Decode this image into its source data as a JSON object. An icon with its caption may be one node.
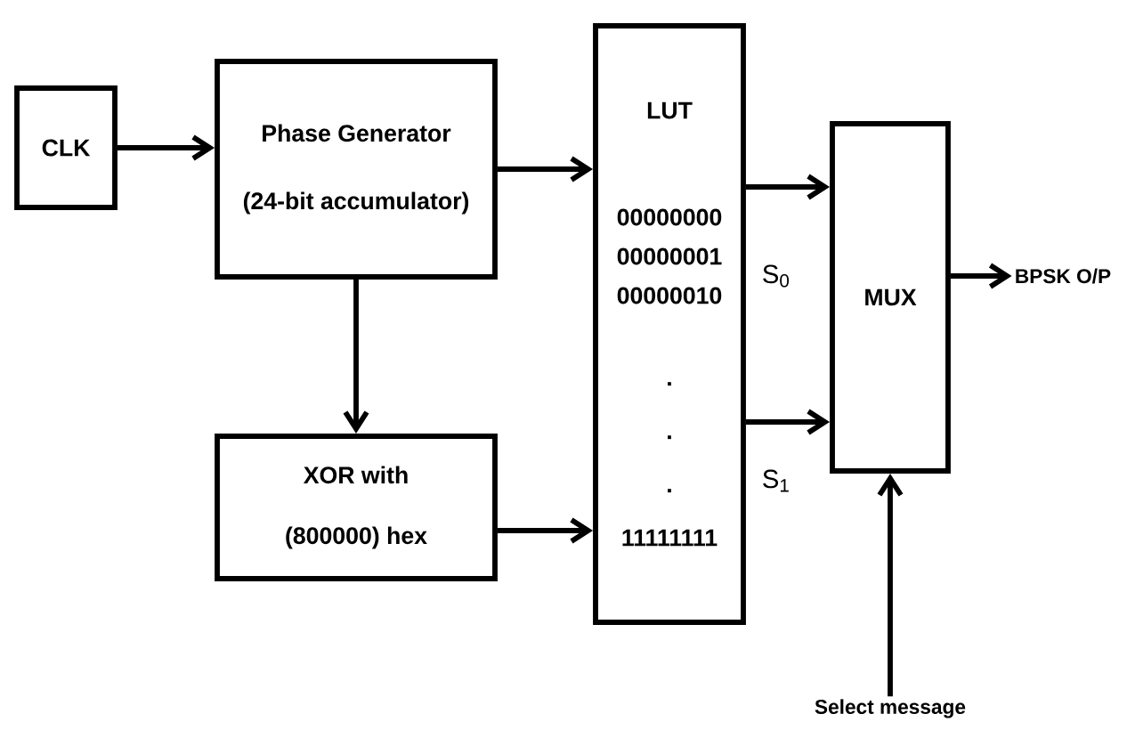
{
  "diagram": {
    "nodes": [
      {
        "text": [
          "CLK"
        ]
      },
      {
        "text": [
          "Phase Generator",
          "(24-bit accumulator)"
        ]
      },
      {
        "text": [
          "XOR with",
          "(800000) hex"
        ]
      },
      {
        "text": [
          "LUT",
          "00000000",
          "00000001",
          "00000010",
          ".",
          ".",
          ".",
          "11111111"
        ]
      },
      {
        "text": [
          "MUX"
        ]
      },
      {
        "text": [
          "BPSK O/P"
        ]
      },
      {
        "text": [
          "Select message"
        ]
      }
    ],
    "edges": [
      {
        "from": 0,
        "to": 1,
        "arrow": "to"
      },
      {
        "from": 1,
        "to": 3,
        "arrow": "to"
      },
      {
        "from": 1,
        "to": 2,
        "arrow": "to"
      },
      {
        "from": 2,
        "to": 3,
        "arrow": "to"
      },
      {
        "from": 3,
        "to": 4,
        "arrow": "to",
        "label": "S$_{0}$"
      },
      {
        "from": 3,
        "to": 4,
        "arrow": "to",
        "label": "S$_{1}$"
      },
      {
        "from": 4,
        "to": 5,
        "arrow": "to"
      },
      {
        "from": 6,
        "to": 4,
        "arrow": "to"
      }
    ]
  }
}
